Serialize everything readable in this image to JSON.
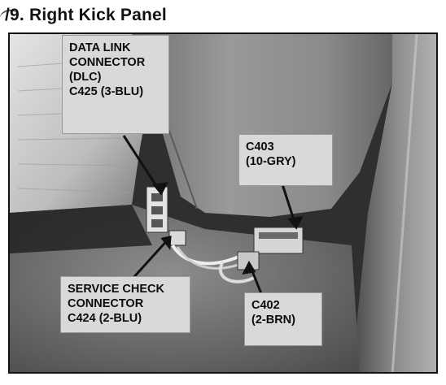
{
  "page": {
    "title": "/9. Right Kick Panel"
  },
  "callouts": {
    "dlc": {
      "lines": [
        "DATA LINK",
        "CONNECTOR",
        "(DLC)",
        "C425 (3-BLU)"
      ]
    },
    "c403": {
      "lines": [
        "C403",
        "(10-GRY)"
      ]
    },
    "service_check": {
      "lines": [
        "SERVICE CHECK",
        "CONNECTOR",
        "C424 (2-BLU)"
      ]
    },
    "c402": {
      "lines": [
        "C402",
        "(2-BRN)"
      ]
    }
  }
}
